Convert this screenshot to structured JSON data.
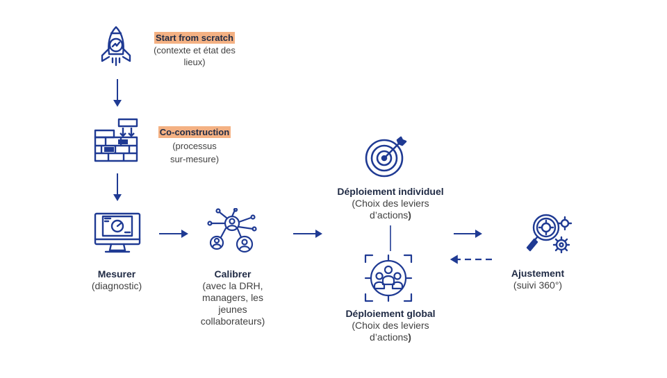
{
  "colors": {
    "icon": "#1f3a93",
    "highlight": "#f4b183",
    "text": "#404040",
    "title": "#1f2a44"
  },
  "steps": {
    "start": {
      "icon": "rocket-icon",
      "title": "Start from scratch",
      "line1": "(contexte et état des",
      "line2": "lieux)"
    },
    "coconstruction": {
      "icon": "building-blocks-icon",
      "title": "Co-construction",
      "line1": "(processus",
      "line2": "sur-mesure)"
    },
    "mesurer": {
      "icon": "monitor-gauge-icon",
      "title": "Mesurer",
      "line1": "(diagnostic)"
    },
    "calibrer": {
      "icon": "people-network-icon",
      "title": "Calibrer",
      "line1": "(avec la DRH,",
      "line2": "managers, les",
      "line3": "jeunes",
      "line4": "collaborateurs)"
    },
    "individuel": {
      "icon": "target-icon",
      "title": "Déploiement individuel",
      "line1": "(Choix des leviers",
      "line2": "d’actions",
      "line2_end": ")"
    },
    "global": {
      "icon": "group-target-icon",
      "title": "Déploiement global",
      "line1": "(Choix des leviers",
      "line2": "d’actions",
      "line2_end": ")"
    },
    "ajustement": {
      "icon": "magnifier-gears-icon",
      "title": "Ajustement",
      "line1": "(suivi 360°)"
    }
  }
}
